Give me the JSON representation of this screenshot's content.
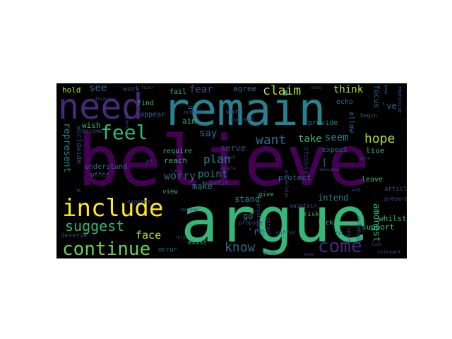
{
  "palette": {
    "background": "#000000",
    "dark_purple": "#440154",
    "purple": "#482878",
    "indigo": "#3e4989",
    "blue": "#31688e",
    "teal": "#26828e",
    "teal_green": "#1f9e89",
    "green": "#35b779",
    "light_green": "#6ece58",
    "lime": "#b5de2b",
    "yellow": "#fde725"
  },
  "words": {
    "believe": "believe",
    "argue": "argue",
    "remain": "remain",
    "need": "need",
    "include": "include",
    "continue": "continue",
    "feel": "feel",
    "come": "come",
    "suggest": "suggest",
    "claim": "claim",
    "want": "want",
    "hope": "hope",
    "know": "know",
    "plan": "plan",
    "worry": "worry",
    "face": "face",
    "say": "say",
    "see": "see",
    "fear": "fear",
    "think": "think",
    "take": "take",
    "seem": "seem",
    "represent": "represent",
    "amongst": "amongst",
    "point": "point",
    "intend": "intend",
    "serve": "serve",
    "agree": "agree",
    "hold": "hold",
    "work": "work",
    "fail": "fail",
    "find": "find",
    "appear": "appear",
    "aim": "aim",
    "warn": "warn",
    "contend": "contend",
    "achieve": "achieve",
    "focus": "focus",
    "provide": "provide",
    "allow": "allow",
    "echo": "echo",
    "expect": "expect",
    "live": "live",
    "wish": "wish",
    "worldwide": "worldwide",
    "understand": "understand",
    "require": "require",
    "reach": "reach",
    "offer": "offer",
    "make": "make",
    "stand": "stand",
    "go": "go",
    "re": "'re",
    "ve": "'ve",
    "choose": "choose",
    "protect": "protect",
    "leave": "leave",
    "whilst": "whilst",
    "support": "support",
    "deserve": "deserve",
    "exist": "exist",
    "occur": "occur",
    "benefit": "benefit",
    "view": "view",
    "express": "express",
    "manage": "manage",
    "give": "give",
    "propose": "propose",
    "maintain": "maintain",
    "risk": "risk",
    "lack": "lack",
    "suffer": "suffer",
    "play": "play",
    "article": "article",
    "prepare": "prepare",
    "relevant": "relevant",
    "look": "look",
    "win": "win",
    "begin": "begin",
    "emphasize": "emphasize",
    "become": "become",
    "select": "select",
    "lose": "lose",
    "create": "create",
    "outweigh": "outweigh",
    "announce": "announce",
    "note": "note",
    "show": "show",
    "entail": "entail",
    "prioritize": "prioritize",
    "rely": "rely",
    "move": "move",
    "fit": "fit",
    "acknowledge": "acknowledge",
    "disagree": "disagree",
    "approach": "approach",
    "favor": "favor",
    "get": "get",
    "people": "people",
    "m": "'m",
    "eq": "=",
    "lbr": "[",
    "rbr": "]"
  }
}
